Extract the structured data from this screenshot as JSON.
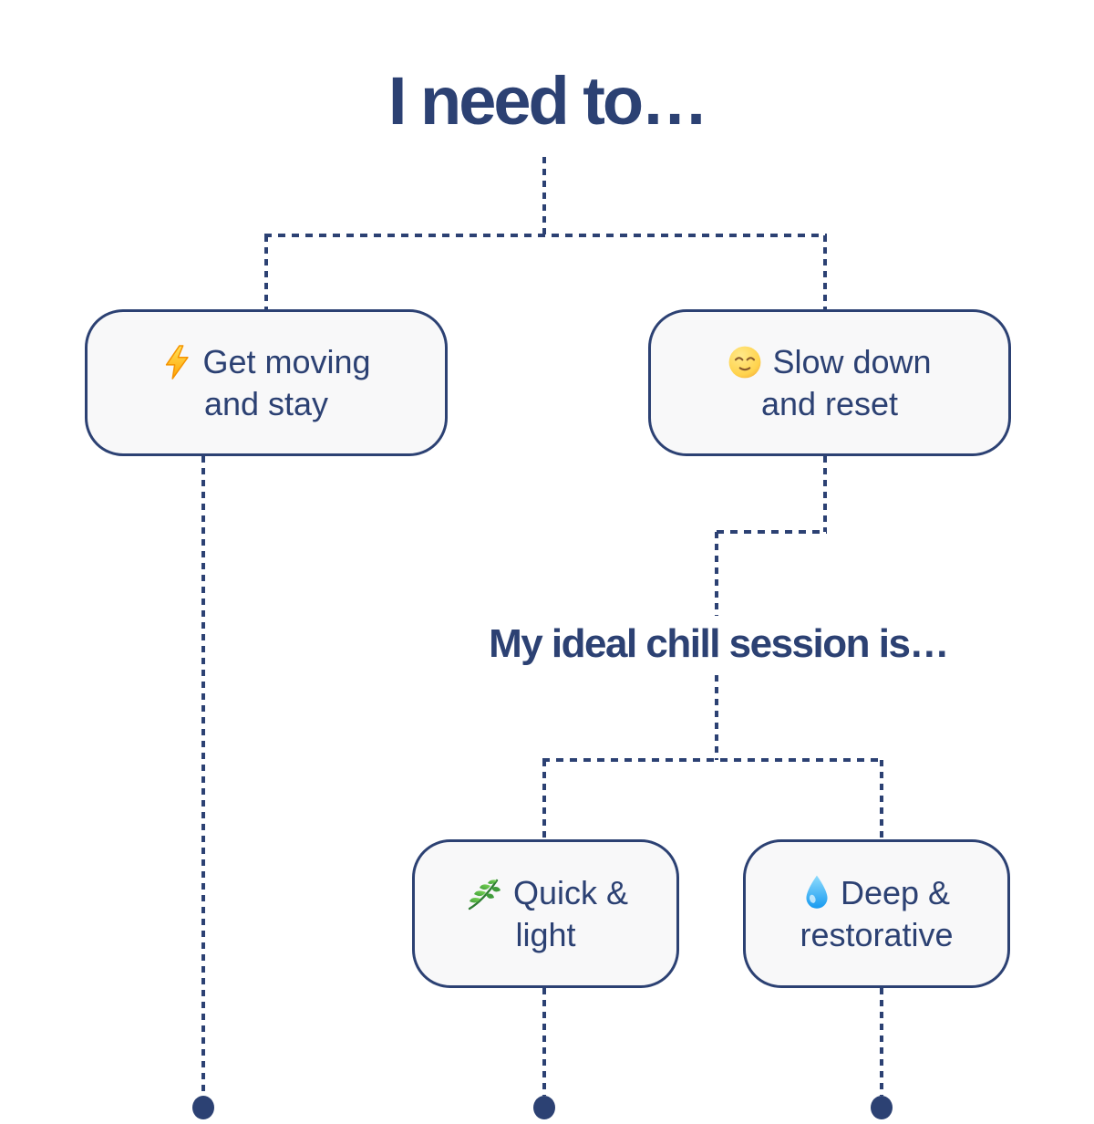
{
  "colors": {
    "navy": "#2c4173",
    "box_fill": "#f8f8f9",
    "background": "#ffffff",
    "bolt_yellow": "#ffd84d",
    "bolt_orange": "#f59300",
    "face_yellow": "#ffdf66",
    "leaf_green": "#4caf50",
    "drop_blue": "#1c9cf0"
  },
  "title": "I need to…",
  "question2": "My ideal chill session is…",
  "options": [
    {
      "id": "get-moving",
      "icon": "lightning-icon",
      "emoji": "⚡",
      "line1": "Get moving",
      "line2": "and stay"
    },
    {
      "id": "slow-down",
      "icon": "relieved-face-icon",
      "emoji": "😌",
      "line1": "Slow down",
      "line2": "and reset"
    },
    {
      "id": "quick-light",
      "icon": "herb-icon",
      "emoji": "🌿",
      "line1": "Quick &",
      "line2": "light"
    },
    {
      "id": "deep-restorative",
      "icon": "droplet-icon",
      "emoji": "💧",
      "line1": "Deep &",
      "line2": "restorative"
    }
  ]
}
